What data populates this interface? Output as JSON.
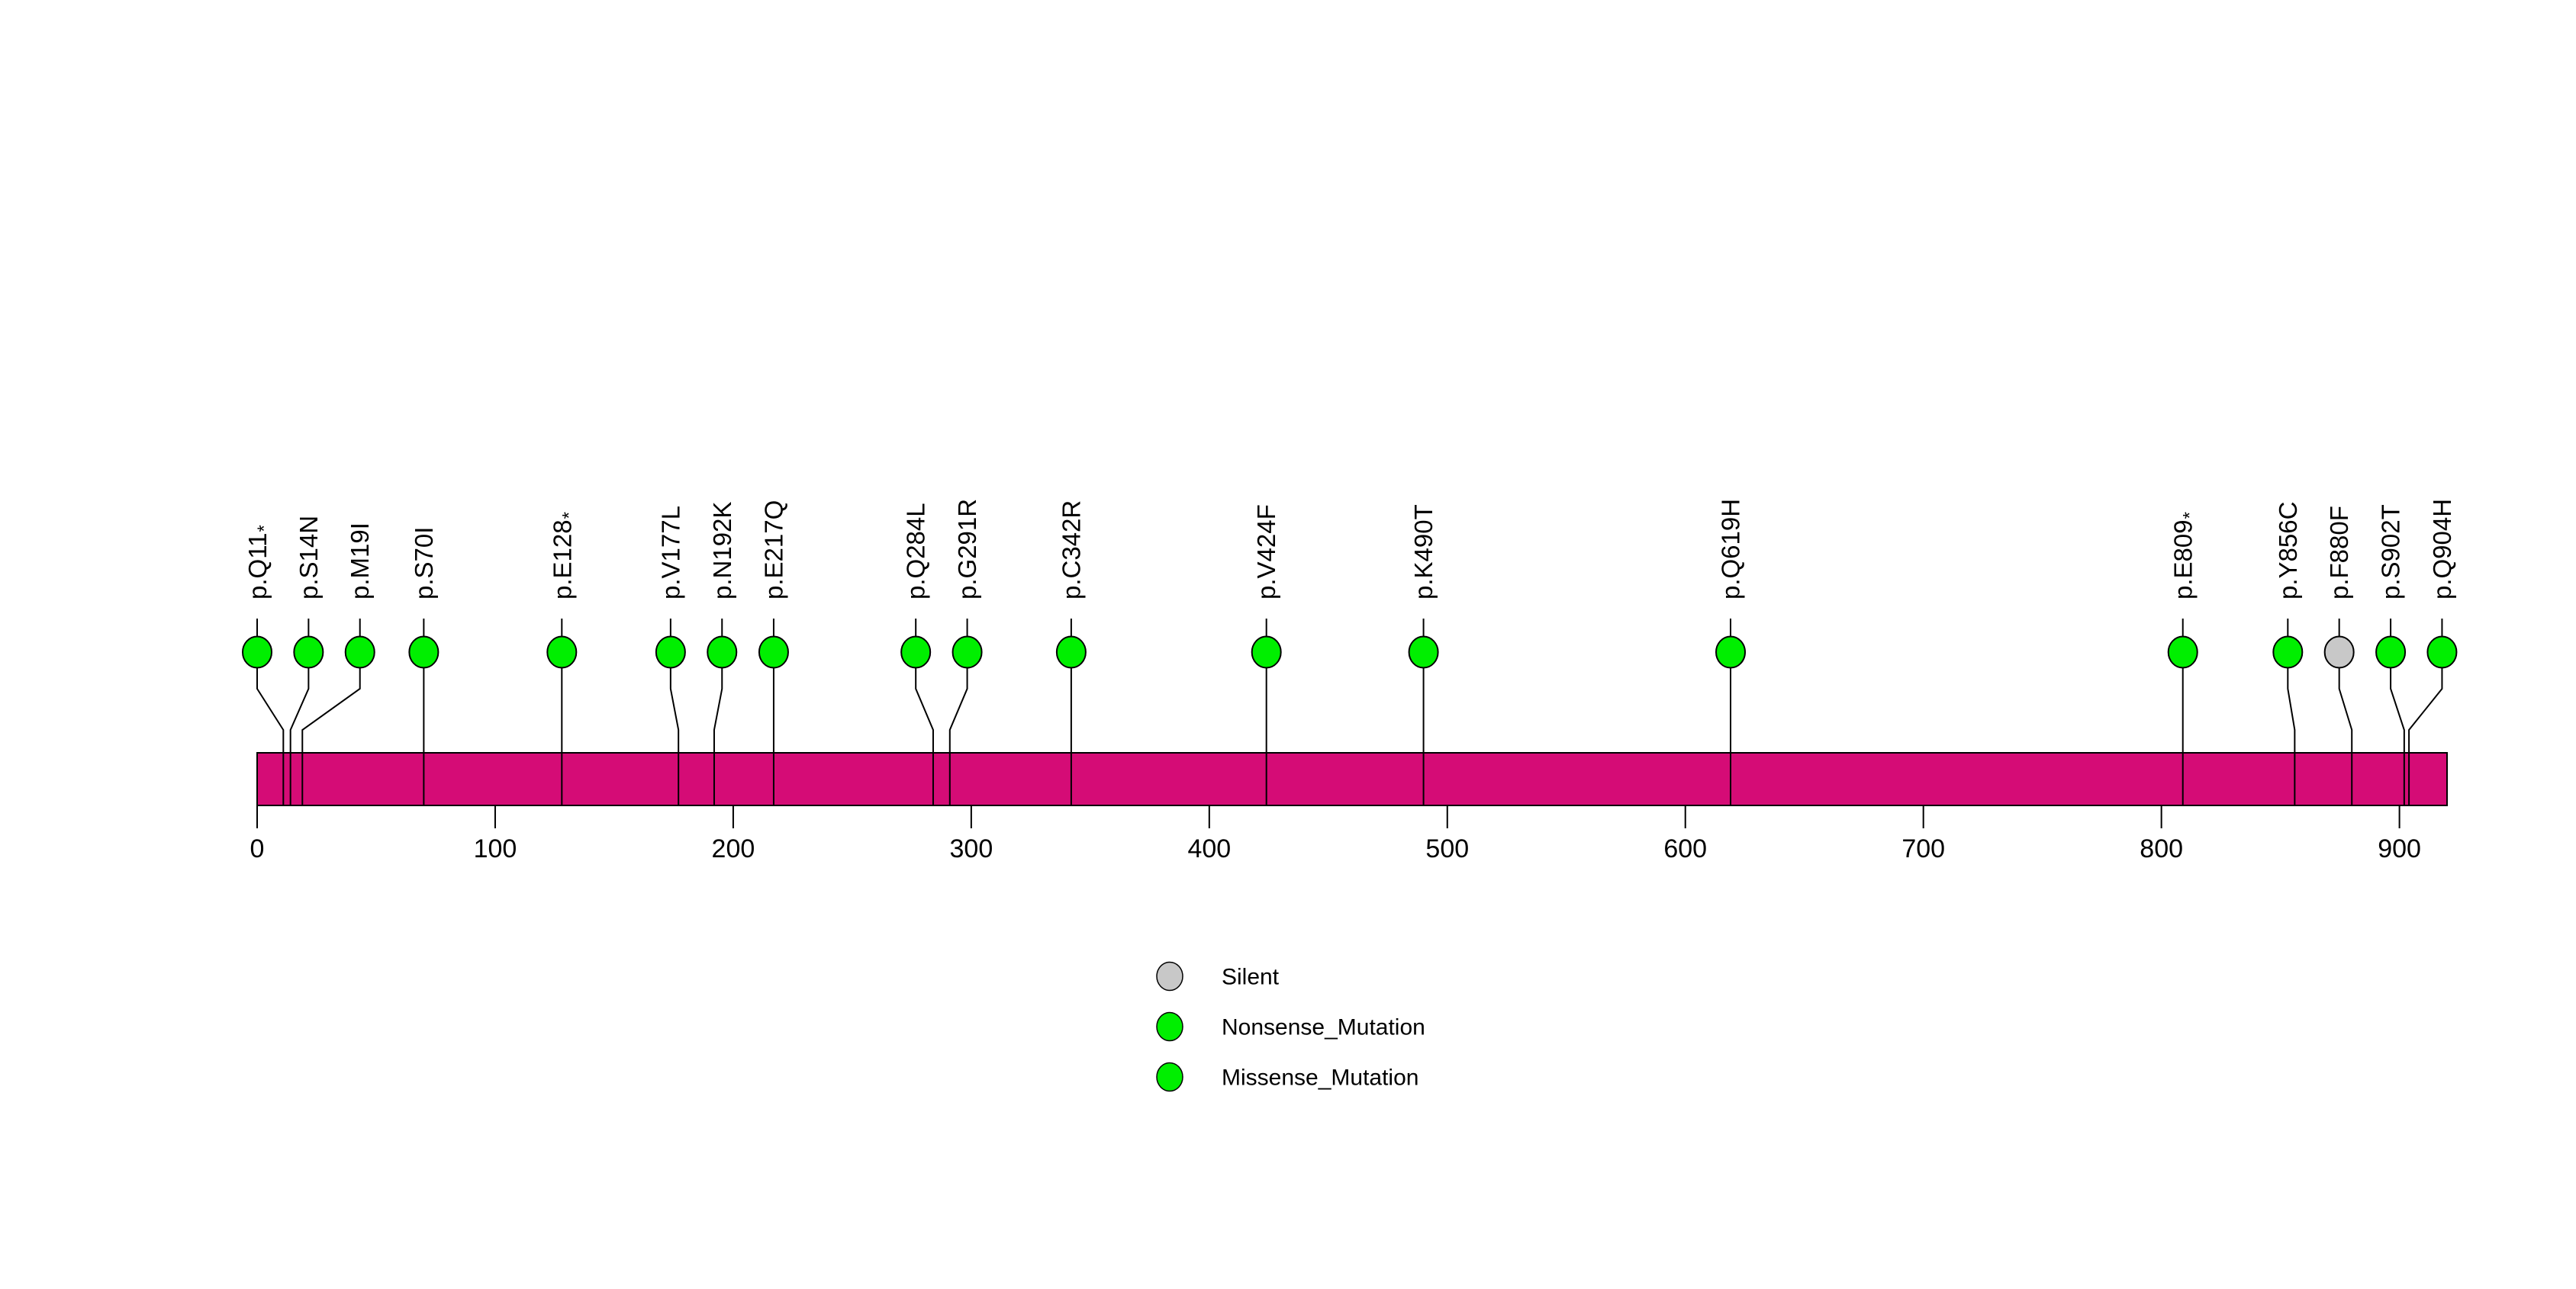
{
  "figure": {
    "background": "#FFFFFF"
  },
  "chart_data": {
    "type": "lollipop",
    "title": "",
    "xlabel": "",
    "ylabel": "",
    "xlim": [
      0,
      920
    ],
    "grid": false,
    "protein": {
      "start": 0,
      "end": 920,
      "bar_color": "#D50C76",
      "bar_outline": "#000000"
    },
    "axis": {
      "tick_values": [
        0,
        100,
        200,
        300,
        400,
        500,
        600,
        700,
        800,
        900
      ],
      "tick_labels": [
        "0",
        "100",
        "200",
        "300",
        "400",
        "500",
        "600",
        "700",
        "800",
        "900"
      ]
    },
    "colors": {
      "Missense_Mutation": "#00EF00",
      "Nonsense_Mutation": "#00EF00",
      "Silent": "#C8C8C8"
    },
    "mutations": [
      {
        "label": "p.Q11*",
        "position": 11,
        "type": "Nonsense_Mutation"
      },
      {
        "label": "p.S14N",
        "position": 14,
        "type": "Missense_Mutation"
      },
      {
        "label": "p.M19I",
        "position": 19,
        "type": "Missense_Mutation"
      },
      {
        "label": "p.S70I",
        "position": 70,
        "type": "Missense_Mutation"
      },
      {
        "label": "p.E128*",
        "position": 128,
        "type": "Nonsense_Mutation"
      },
      {
        "label": "p.V177L",
        "position": 177,
        "type": "Missense_Mutation"
      },
      {
        "label": "p.N192K",
        "position": 192,
        "type": "Missense_Mutation"
      },
      {
        "label": "p.E217Q",
        "position": 217,
        "type": "Missense_Mutation"
      },
      {
        "label": "p.Q284L",
        "position": 284,
        "type": "Missense_Mutation"
      },
      {
        "label": "p.G291R",
        "position": 291,
        "type": "Missense_Mutation"
      },
      {
        "label": "p.C342R",
        "position": 342,
        "type": "Missense_Mutation"
      },
      {
        "label": "p.V424F",
        "position": 424,
        "type": "Missense_Mutation"
      },
      {
        "label": "p.K490T",
        "position": 490,
        "type": "Missense_Mutation"
      },
      {
        "label": "p.Q619H",
        "position": 619,
        "type": "Missense_Mutation"
      },
      {
        "label": "p.E809*",
        "position": 809,
        "type": "Nonsense_Mutation"
      },
      {
        "label": "p.Y856C",
        "position": 856,
        "type": "Missense_Mutation"
      },
      {
        "label": "p.F880F",
        "position": 880,
        "type": "Silent"
      },
      {
        "label": "p.S902T",
        "position": 902,
        "type": "Missense_Mutation"
      },
      {
        "label": "p.Q904H",
        "position": 904,
        "type": "Missense_Mutation"
      }
    ],
    "legend": {
      "position": "bottom-center",
      "items": [
        {
          "label": "Silent",
          "type": "Silent"
        },
        {
          "label": "Nonsense_Mutation",
          "type": "Nonsense_Mutation"
        },
        {
          "label": "Missense_Mutation",
          "type": "Missense_Mutation"
        }
      ]
    }
  }
}
